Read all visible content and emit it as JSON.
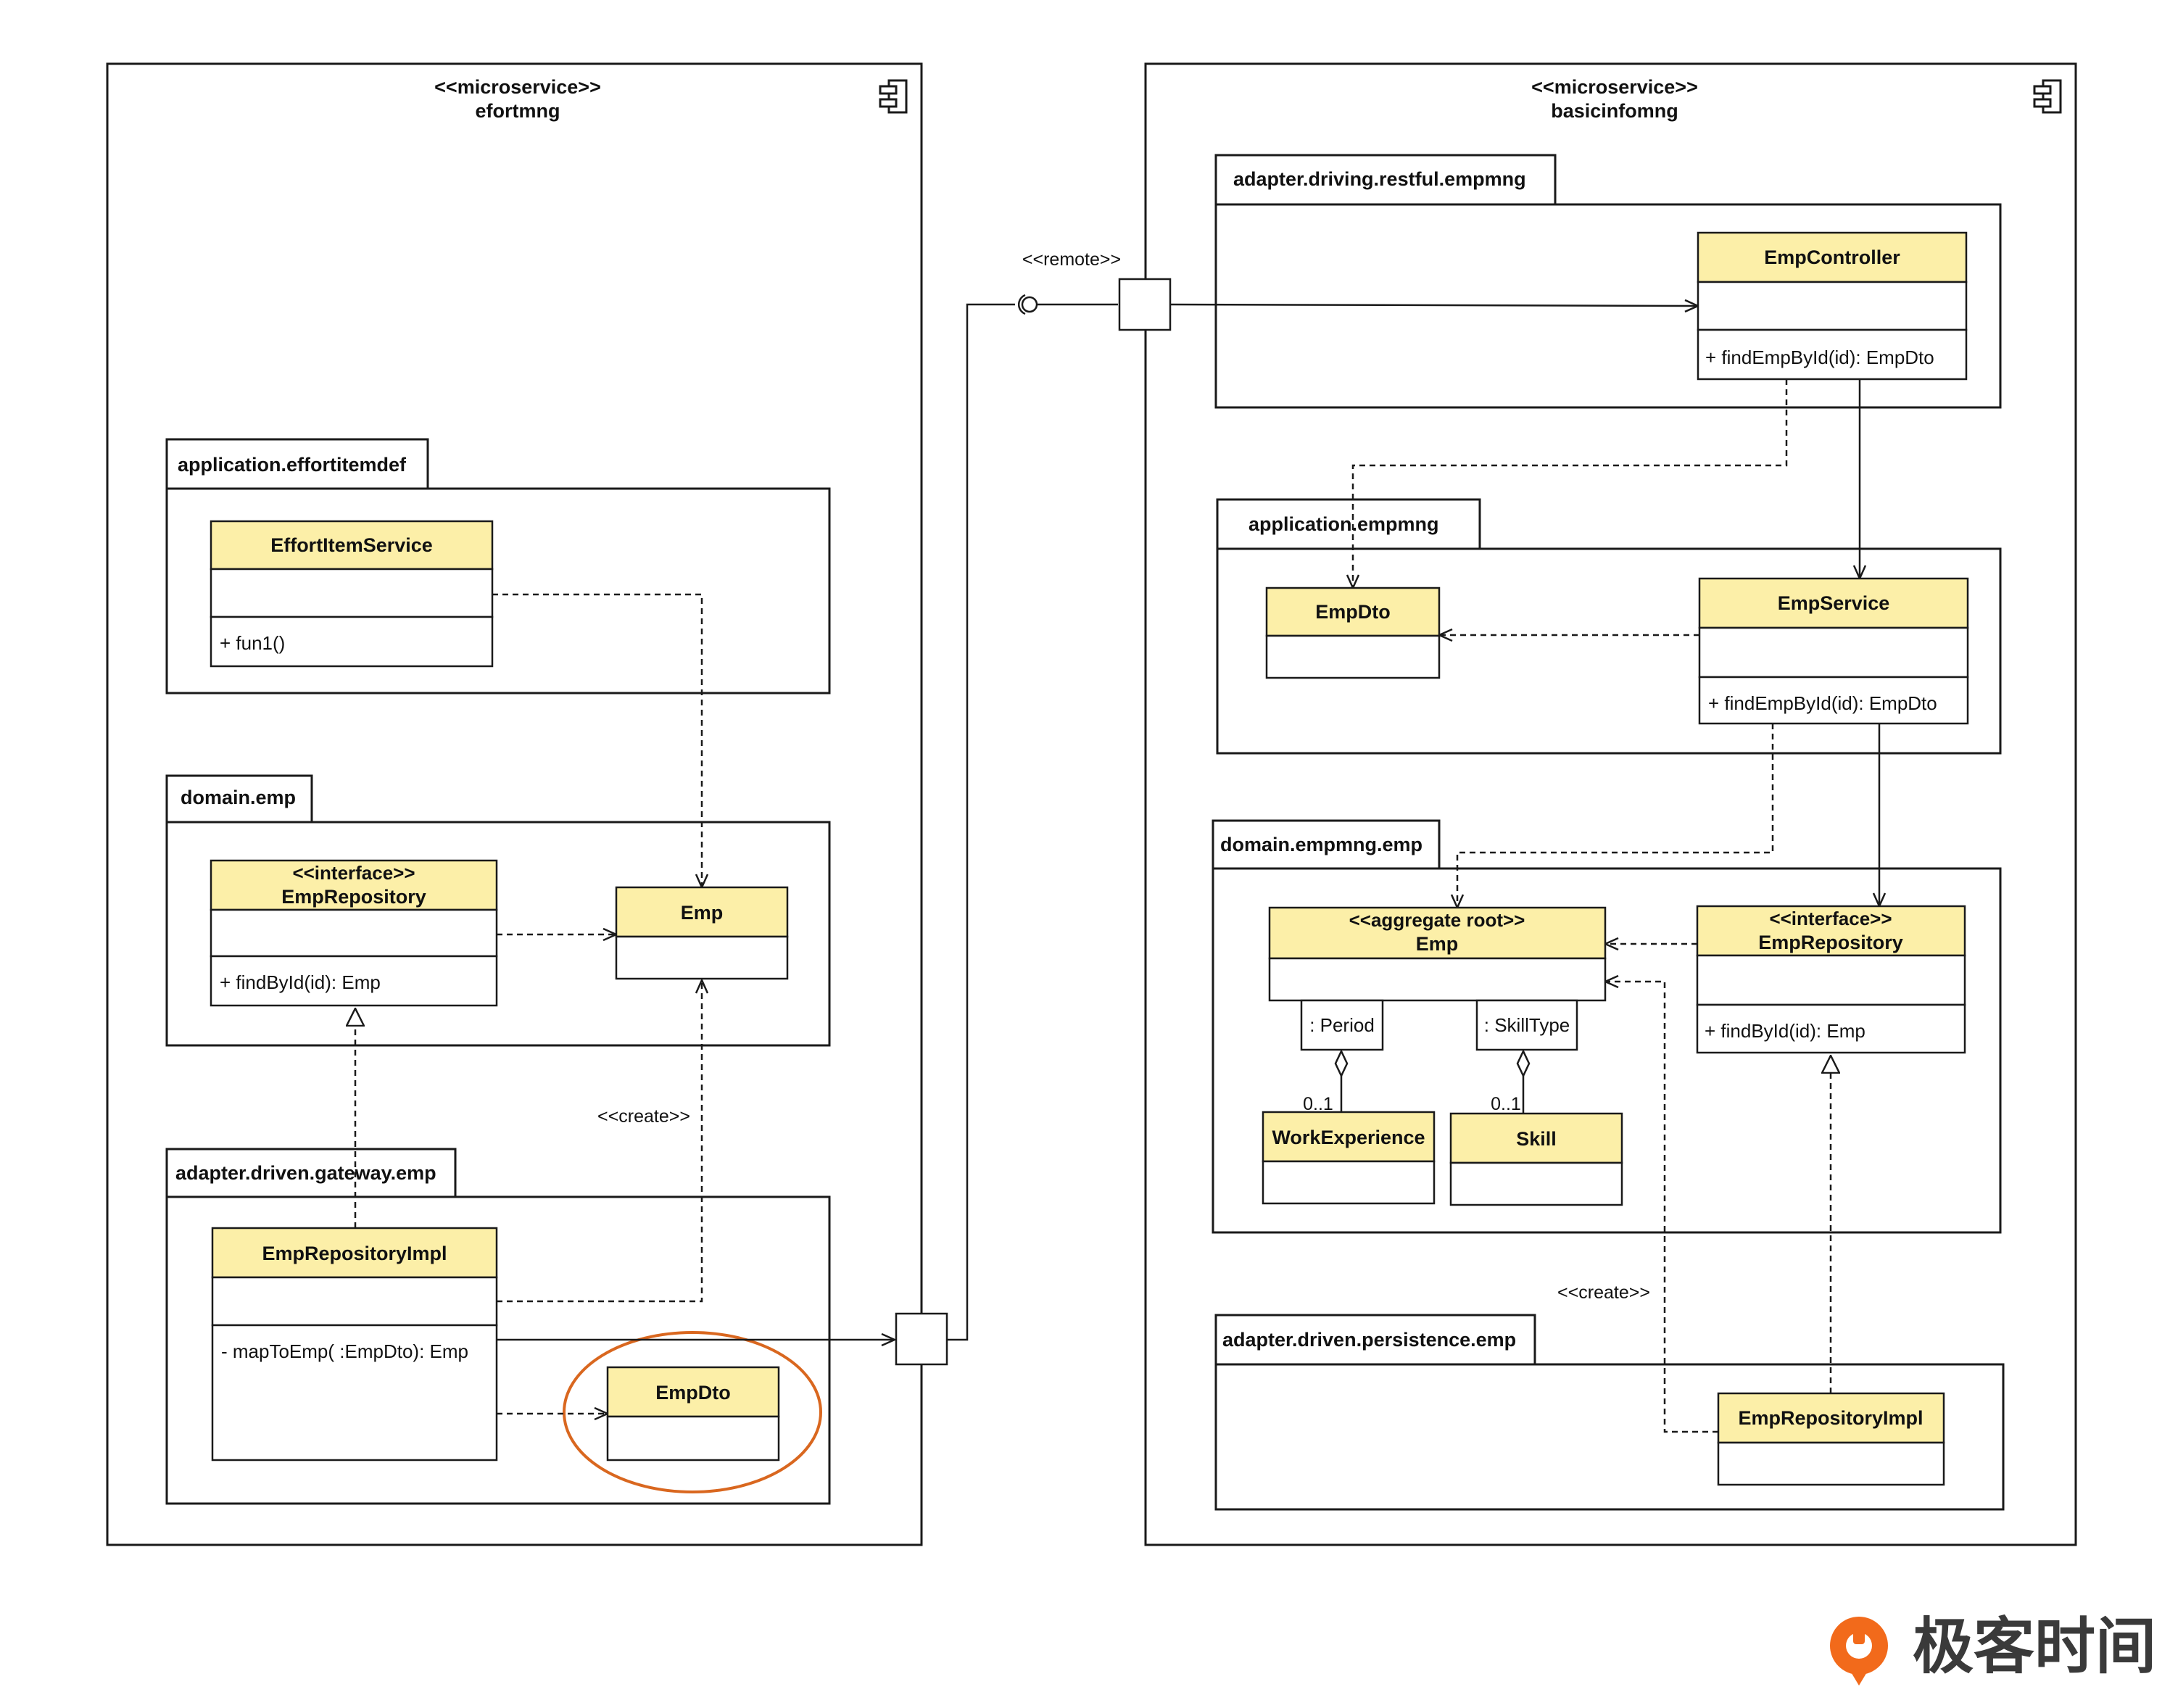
{
  "microservices": {
    "left": {
      "stereotype": "<<microservice>>",
      "name": "efortmng"
    },
    "right": {
      "stereotype": "<<microservice>>",
      "name": "basicinfomng"
    }
  },
  "packages": {
    "l_app": "application.effortitemdef",
    "l_domain": "domain.emp",
    "l_adapter": "adapter.driven.gateway.emp",
    "r_driving": "adapter.driving.restful.empmng",
    "r_app": "application.empmng",
    "r_domain": "domain.empmng.emp",
    "r_persist": "adapter.driven.persistence.emp"
  },
  "classes": {
    "effortItemService": {
      "name": "EffortItemService",
      "op": "+ fun1()"
    },
    "lEmpRepository": {
      "stereotype": "<<interface>>",
      "name": "EmpRepository",
      "op": "+ findById(id): Emp"
    },
    "lEmp": {
      "name": "Emp"
    },
    "lEmpRepositoryImpl": {
      "name": "EmpRepositoryImpl",
      "op": "- mapToEmp( :EmpDto): Emp"
    },
    "lEmpDto": {
      "name": "EmpDto"
    },
    "empController": {
      "name": "EmpController",
      "op": "+ findEmpById(id): EmpDto"
    },
    "rEmpDto": {
      "name": "EmpDto"
    },
    "empService": {
      "name": "EmpService",
      "op": "+ findEmpById(id): EmpDto"
    },
    "rEmp": {
      "stereotype": "<<aggregate root>>",
      "name": "Emp"
    },
    "rEmpRepository": {
      "stereotype": "<<interface>>",
      "name": "EmpRepository",
      "op": "+ findById(id): Emp"
    },
    "workExperience": {
      "name": "WorkExperience"
    },
    "skill": {
      "name": "Skill"
    },
    "rEmpRepositoryImpl": {
      "name": "EmpRepositoryImpl"
    }
  },
  "labels": {
    "remote": "<<remote>>",
    "create_left": "<<create>>",
    "create_right": "<<create>>",
    "period": ": Period",
    "skilltype": ": SkillType",
    "mult_work": "0..1",
    "mult_skill": "0..1"
  },
  "colors": {
    "class_header": "#fcefa8",
    "highlight_ellipse": "#d9671f",
    "line": "#1a1a1a"
  },
  "brand": {
    "name": "极客时间",
    "logo_color": "#f26a1b"
  }
}
